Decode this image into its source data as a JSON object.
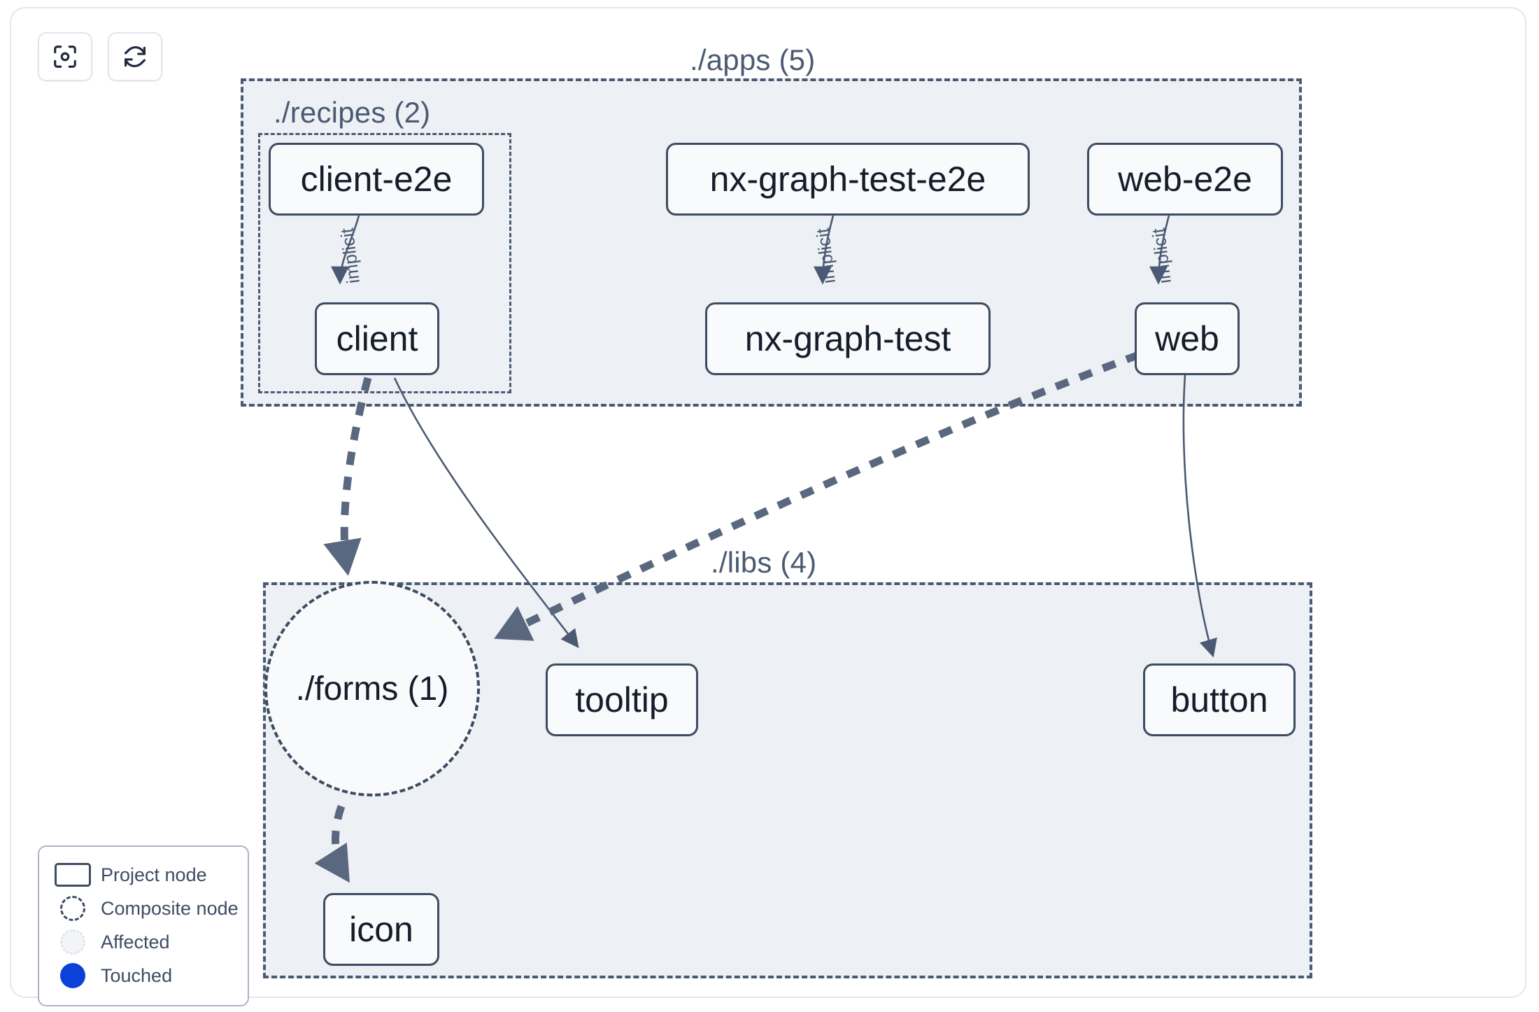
{
  "toolbar": {
    "buttons": [
      {
        "name": "focus-graph-button",
        "icon": "viewfinder-focus-icon"
      },
      {
        "name": "refresh-graph-button",
        "icon": "refresh-icon"
      }
    ]
  },
  "graph": {
    "groups": [
      {
        "id": "apps",
        "label": "./apps (5)"
      },
      {
        "id": "recipes",
        "label": "./recipes (2)"
      },
      {
        "id": "libs",
        "label": "./libs (4)"
      }
    ],
    "nodes": [
      {
        "id": "client-e2e",
        "label": "client-e2e",
        "type": "project"
      },
      {
        "id": "nx-graph-test-e2e",
        "label": "nx-graph-test-e2e",
        "type": "project"
      },
      {
        "id": "web-e2e",
        "label": "web-e2e",
        "type": "project"
      },
      {
        "id": "client",
        "label": "client",
        "type": "project"
      },
      {
        "id": "nx-graph-test",
        "label": "nx-graph-test",
        "type": "project"
      },
      {
        "id": "web",
        "label": "web",
        "type": "project"
      },
      {
        "id": "forms",
        "label": "./forms (1)",
        "type": "composite"
      },
      {
        "id": "tooltip",
        "label": "tooltip",
        "type": "project"
      },
      {
        "id": "button",
        "label": "button",
        "type": "project"
      },
      {
        "id": "icon",
        "label": "icon",
        "type": "project"
      }
    ],
    "edges": [
      {
        "from": "client-e2e",
        "to": "client",
        "label": "implicit",
        "style": "solid"
      },
      {
        "from": "nx-graph-test-e2e",
        "to": "nx-graph-test",
        "label": "implicit",
        "style": "solid"
      },
      {
        "from": "web-e2e",
        "to": "web",
        "label": "implicit",
        "style": "solid"
      },
      {
        "from": "client",
        "to": "forms",
        "label": "",
        "style": "dashed"
      },
      {
        "from": "client",
        "to": "tooltip",
        "label": "",
        "style": "solid"
      },
      {
        "from": "web",
        "to": "forms",
        "label": "",
        "style": "dashed"
      },
      {
        "from": "web",
        "to": "button",
        "label": "",
        "style": "solid"
      },
      {
        "from": "forms",
        "to": "icon",
        "label": "",
        "style": "dashed"
      }
    ]
  },
  "legend": {
    "items": [
      {
        "label": "Project node",
        "swatch": "rect"
      },
      {
        "label": "Composite node",
        "swatch": "dashed-circle"
      },
      {
        "label": "Affected",
        "swatch": "affected-circle"
      },
      {
        "label": "Touched",
        "swatch": "blue-dot"
      }
    ]
  },
  "colors": {
    "group_fill": "#edf0f5",
    "group_border": "#4b5a72",
    "node_fill": "#f8fafc",
    "node_border": "#3e4c63",
    "node_text": "#151d2b",
    "edge": "#4b5a72",
    "touched": "#0b41d9",
    "panel_border": "#e5e7eb"
  }
}
